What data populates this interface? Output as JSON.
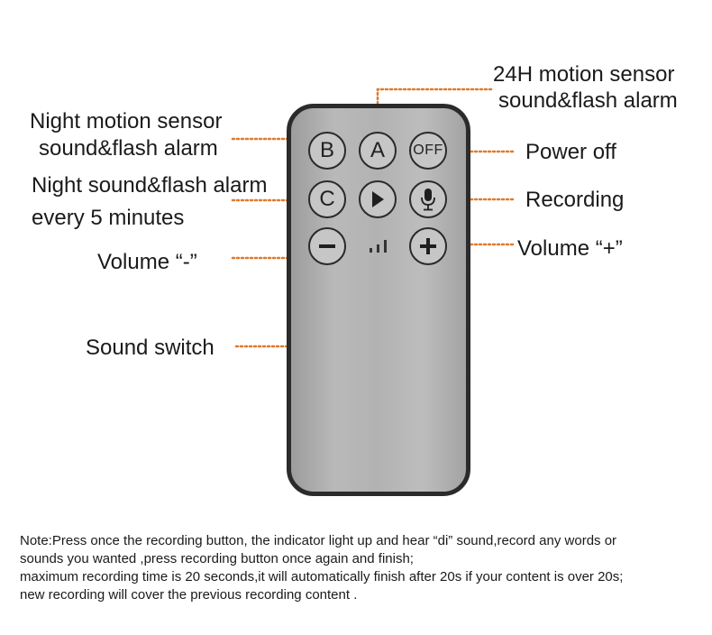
{
  "labels": {
    "h24_line1": "24H motion sensor",
    "h24_line2": "sound&flash alarm",
    "night_motion_line1": "Night motion sensor",
    "night_motion_line2": "sound&flash alarm",
    "power_off": "Power off",
    "night_sound_line1": "Night sound&flash alarm",
    "night_sound_line2": "every 5 minutes",
    "recording": "Recording",
    "volume_minus": "Volume “-”",
    "volume_plus": "Volume “+”",
    "sound_switch": "Sound switch"
  },
  "buttons": {
    "b": "B",
    "a": "A",
    "off": "OFF",
    "c": "C"
  },
  "note": {
    "line1": "Note:Press once the recording button, the indicator light up and hear “di” sound,record any words or",
    "line2": "sounds you wanted ,press recording button once again and finish;",
    "line3": "maximum recording time is 20 seconds,it will automatically finish after 20s if your content  is over 20s;",
    "line4": "new recording will cover the previous recording content ."
  },
  "colors": {
    "leader": "#e07a2e",
    "remote_border": "#2b2b2b",
    "remote_body": "#b4b4b4"
  }
}
